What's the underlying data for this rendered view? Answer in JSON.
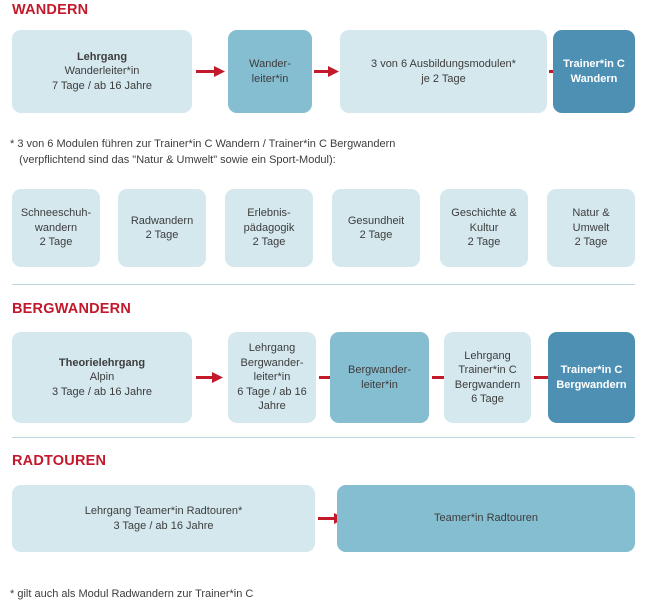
{
  "colors": {
    "heading_red": "#c2192b",
    "box_light": "#d4e8ee",
    "box_mid": "#85bdd1",
    "box_dark": "#4e90b4",
    "arrow_red": "#c2192b",
    "divider": "#bcd9e2",
    "text": "#3d3d3d"
  },
  "sections": {
    "wandern": {
      "title": "WANDERN",
      "steps": [
        {
          "lead": "Lehrgang",
          "line2": "Wanderleiter*in",
          "line3": "7 Tage / ab 16 Jahre",
          "tone": "light"
        },
        {
          "lead": "",
          "line2": "Wander-",
          "line3": "leiter*in",
          "tone": "mid"
        },
        {
          "lead": "",
          "line2": "3 von 6 Ausbildungsmodulen*",
          "line3": "je 2 Tage",
          "tone": "light"
        },
        {
          "lead": "",
          "line2": "Trainer*in C",
          "line3": "Wandern",
          "tone": "dark"
        }
      ],
      "footnote_line1": "* 3 von 6 Modulen führen zur Trainer*in C Wandern / Trainer*in C Bergwandern",
      "footnote_line2": "   (verpflichtend sind das \"Natur & Umwelt\" sowie ein Sport-Modul):",
      "modules": [
        {
          "line1": "Schneeschuh-",
          "line2": "wandern",
          "line3": "2 Tage"
        },
        {
          "line1": "",
          "line2": "Radwandern",
          "line3": "2 Tage"
        },
        {
          "line1": "Erlebnis-",
          "line2": "pädagogik",
          "line3": "2 Tage"
        },
        {
          "line1": "",
          "line2": "Gesundheit",
          "line3": "2 Tage"
        },
        {
          "line1": "Geschichte &",
          "line2": "Kultur",
          "line3": "2 Tage"
        },
        {
          "line1": "Natur &",
          "line2": "Umwelt",
          "line3": "2 Tage"
        }
      ]
    },
    "bergwandern": {
      "title": "BERGWANDERN",
      "steps": [
        {
          "lead": "Theorielehrgang",
          "line2": "Alpin",
          "line3": "3 Tage / ab 16 Jahre",
          "line4": "",
          "tone": "light"
        },
        {
          "lead": "Lehrgang",
          "line2": "Bergwander-",
          "line3": "leiter*in",
          "line4": "6 Tage / ab 16 Jahre",
          "tone": "light"
        },
        {
          "lead": "",
          "line2": "Bergwander-",
          "line3": "leiter*in",
          "line4": "",
          "tone": "mid"
        },
        {
          "lead": "Lehrgang",
          "line2": "Trainer*in C",
          "line3": "Bergwandern",
          "line4": "6 Tage",
          "tone": "light"
        },
        {
          "lead": "",
          "line2": "Trainer*in C",
          "line3": "Bergwandern",
          "line4": "",
          "tone": "dark"
        }
      ]
    },
    "radtouren": {
      "title": "RADTOUREN",
      "steps": [
        {
          "lead": "Lehrgang Teamer*in Radtouren*",
          "line2": "3 Tage / ab 16 Jahre",
          "tone": "light"
        },
        {
          "lead": "",
          "line2": "Teamer*in Radtouren",
          "tone": "mid"
        }
      ],
      "footnote": "* gilt auch als Modul Radwandern zur Trainer*in C"
    }
  }
}
